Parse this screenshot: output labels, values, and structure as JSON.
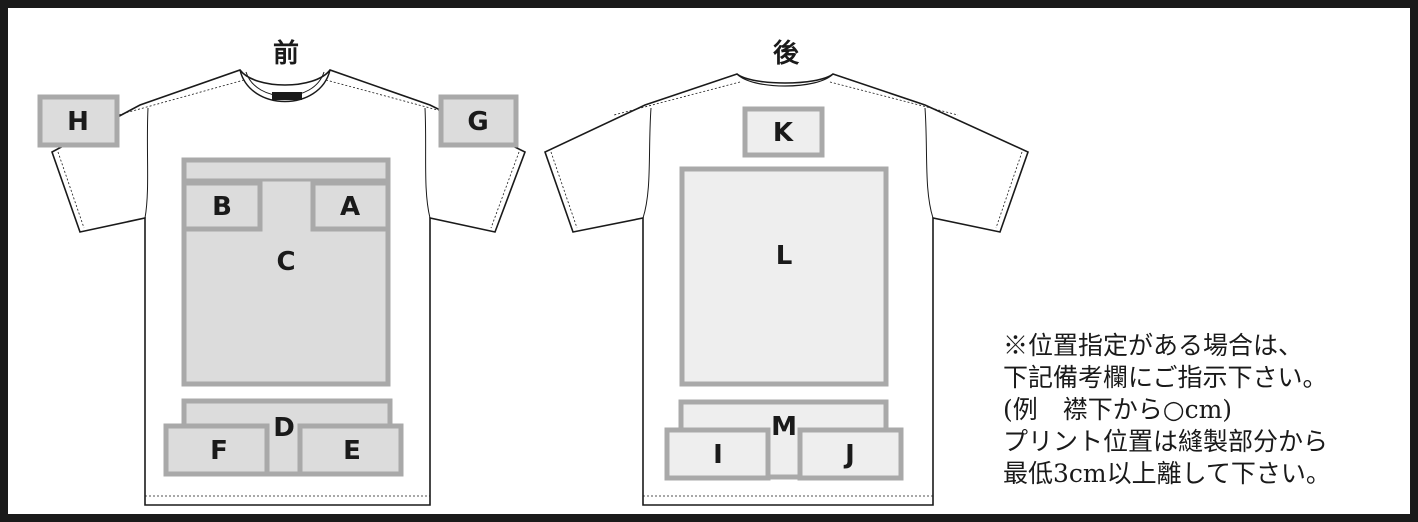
{
  "front": {
    "title": "前",
    "labels": {
      "H": "H",
      "G": "G",
      "B": "B",
      "A": "A",
      "C": "C",
      "D": "D",
      "F": "F",
      "E": "E"
    }
  },
  "back": {
    "title": "後",
    "labels": {
      "K": "K",
      "L": "L",
      "M": "M",
      "I": "I",
      "J": "J"
    }
  },
  "note": {
    "lines": [
      "※位置指定がある場合は、",
      "下記備考欄にご指示下さい。",
      "(例　襟下から○cm)",
      "プリント位置は縫製部分から",
      "最低3cm以上離して下さい。"
    ]
  },
  "colors": {
    "border": "#1a1a1a",
    "zone_fill": "#dcdcdc",
    "zone_stroke": "#a9a9a9",
    "zone_fill_light": "#eeeeee"
  }
}
